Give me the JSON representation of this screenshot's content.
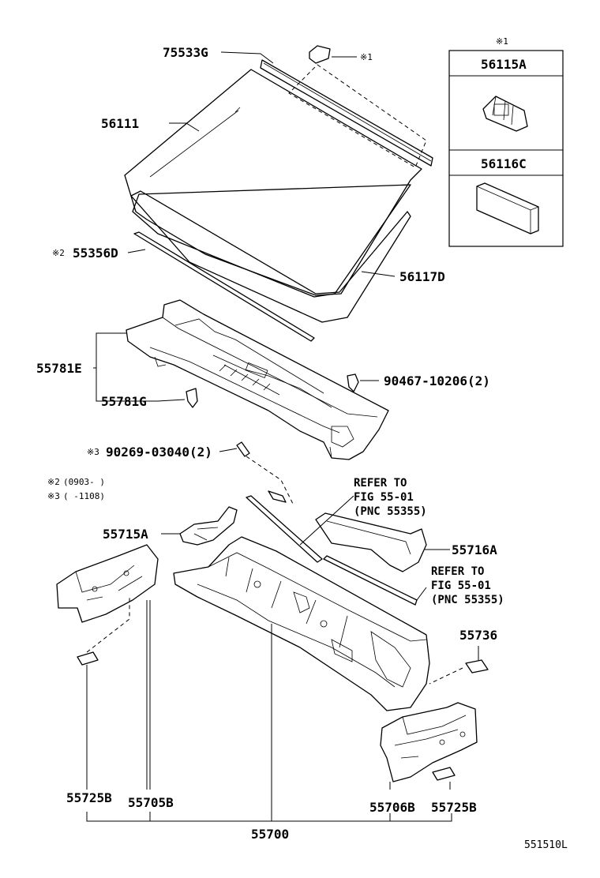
{
  "labels": {
    "p75533g": "75533G",
    "p56111": "56111",
    "p55356d": "55356D",
    "p56117d": "56117D",
    "p55781e": "55781E",
    "p55781g": "55781G",
    "p90467": "90467-10206(2)",
    "p90269": "90269-03040(2)",
    "p55715a": "55715A",
    "p55716a": "55716A",
    "p55736": "55736",
    "p55725b_left": "55725B",
    "p55705b": "55705B",
    "p55706b": "55706B",
    "p55725b_right": "55725B",
    "p55700": "55700",
    "p56115a": "56115A",
    "p56116c": "56116C"
  },
  "marks": {
    "note1": "※1",
    "note2": "※2",
    "note3": "※3",
    "clip_note": "※1",
    "box_note": "※1"
  },
  "notes": {
    "note2_range": "(0903-     )",
    "note3_range": "(      -1108)"
  },
  "refs": {
    "ref1_line1": "REFER TO",
    "ref1_line2": "FIG 55-01",
    "ref1_line3": "(PNC 55355)",
    "ref2_line1": "REFER TO",
    "ref2_line2": "FIG 55-01",
    "ref2_line3": "(PNC 55355)"
  },
  "diagram_id": "551510L"
}
